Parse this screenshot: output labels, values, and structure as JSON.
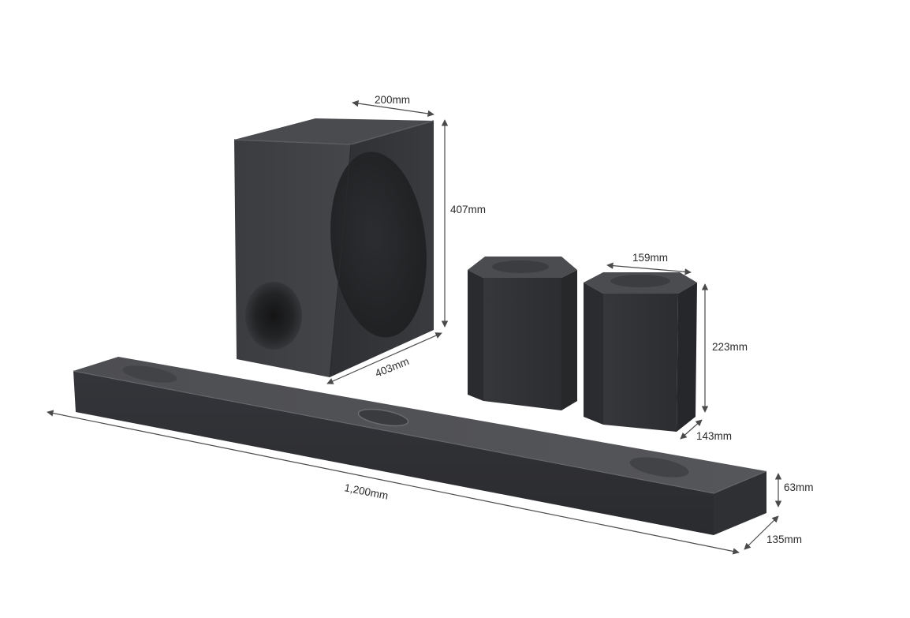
{
  "dimensions": {
    "sub_width": "200mm",
    "sub_height": "407mm",
    "sub_depth": "403mm",
    "rear_width": "159mm",
    "rear_height": "223mm",
    "rear_depth": "143mm",
    "bar_width": "1,200mm",
    "bar_height": "63mm",
    "bar_depth": "135mm"
  },
  "colors": {
    "background": "#ffffff",
    "product_body": "#3a3b3e",
    "product_dark": "#2a2b2d",
    "dimension_line": "#4a4a4a"
  }
}
